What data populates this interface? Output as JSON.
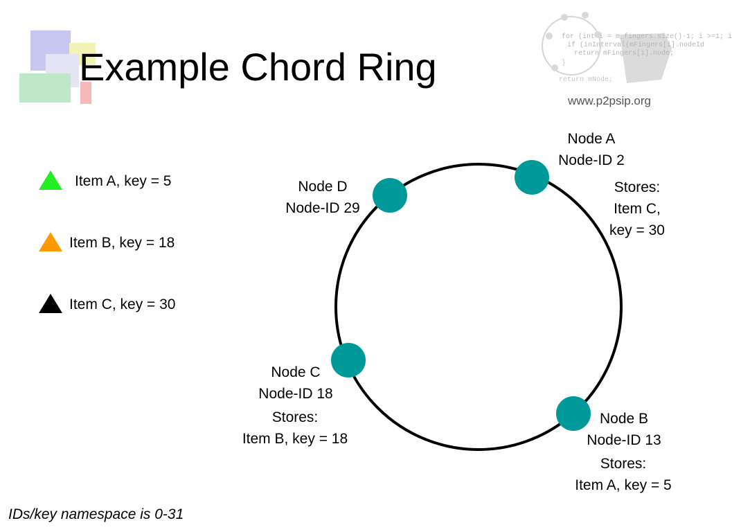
{
  "title": "Example Chord Ring",
  "website": "www.p2psip.org",
  "watermark": {
    "code_lines": [
      "for (int i = m_fingers.size()-1; i >=1; i",
      "  if (inInterval(mFingers[i].nodeId",
      "    return mFingers[i].node;",
      "}",
      "return mNode;"
    ]
  },
  "legend": [
    {
      "label": "Item A, key = 5",
      "color": "#22ee22"
    },
    {
      "label": "Item B, key = 18",
      "color": "#ff9900"
    },
    {
      "label": "Item C, key = 30",
      "color": "#000000"
    }
  ],
  "ring": {
    "stroke_color": "#000000",
    "node_color": "#009999"
  },
  "nodes": {
    "a": {
      "name": "Node A",
      "id_label": "Node-ID 2",
      "stores_label": "Stores:",
      "stores_line1": "Item C,",
      "stores_line2": "key = 30"
    },
    "b": {
      "name": "Node B",
      "id_label": "Node-ID 13",
      "stores_label": "Stores:",
      "stores_line1": "Item A, key = 5"
    },
    "c": {
      "name": "Node C",
      "id_label": "Node-ID 18",
      "stores_label": "Stores:",
      "stores_line1": "Item B, key = 18"
    },
    "d": {
      "name": "Node D",
      "id_label": "Node-ID 29"
    }
  },
  "footnote": "IDs/key namespace is 0-31"
}
